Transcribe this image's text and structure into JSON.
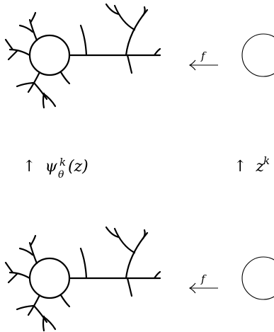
{
  "diagram": {
    "top_row": {
      "map_label": "f",
      "arrow_direction": "left",
      "left_shape": "neuron-icon",
      "right_shape": "circle"
    },
    "middle_row": {
      "left_label": {
        "arrow": "↑",
        "symbol": "ψ",
        "superscript": "k",
        "subscript": "θ",
        "argument": "(z)"
      },
      "right_label": {
        "arrow": "↑",
        "symbol": "z",
        "superscript": "k"
      }
    },
    "bottom_row": {
      "map_label": "f",
      "arrow_direction": "left",
      "left_shape": "neuron-icon",
      "right_shape": "circle"
    }
  }
}
